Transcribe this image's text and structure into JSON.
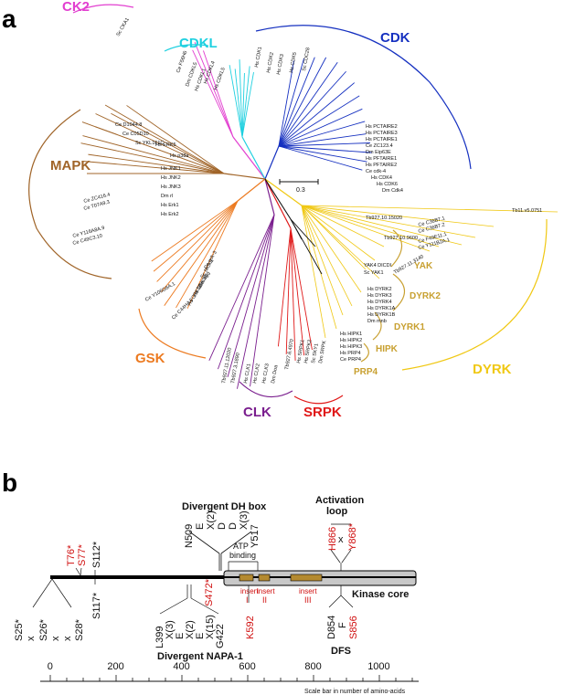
{
  "panel_a": {
    "letter": "a",
    "scale_label": "0.3",
    "families": [
      {
        "name": "CK2",
        "color": "#e23fd0"
      },
      {
        "name": "CDKL",
        "color": "#1fd0e0"
      },
      {
        "name": "CDK",
        "color": "#1530c0"
      },
      {
        "name": "MAPK",
        "color": "#a06428"
      },
      {
        "name": "GSK",
        "color": "#ec7a20"
      },
      {
        "name": "CLK",
        "color": "#7a1e8e"
      },
      {
        "name": "SRPK",
        "color": "#e01818"
      },
      {
        "name": "DYRK",
        "color": "#f0c814"
      }
    ],
    "subfamilies": [
      "YAK",
      "DYRK2",
      "DYRK1",
      "HIPK",
      "PRP4"
    ],
    "subfamily_color": "#c8a030",
    "highlight_leaves": [
      "Tb927.10.15020",
      "Tb11.v5.0751",
      "Tb927.10.9600"
    ],
    "leaves": {
      "ck2": [
        "Sc_CKA1"
      ],
      "cdkl": [
        "Ce_F56H6",
        "Dm_CDKL5",
        "Hs_CDKL1",
        "Hs_CDKL4",
        "Hs_CDKL5"
      ],
      "cdk": [
        "Hs_CDK1",
        "Hs_CDK2",
        "Hs_CDK3",
        "Hs_CDK5",
        "Sc_CDC28",
        "Hs_PCTAIRE2",
        "Hs_PCTAIRE3",
        "Hs_PCTAIRE1",
        "Ce_ZC123.4",
        "Dm_Eip63E",
        "Hs_PFTAIRE1",
        "Hs_PFTAIRE2",
        "Ce_cdk-4",
        "Hs_CDK4",
        "Hs_CDK6",
        "Dm_Cdk4"
      ],
      "mapk": [
        "Ce_D1044.8",
        "Ce_C05D10",
        "Sc_YKL161C",
        "Hs_ERK5",
        "Hs_p38a",
        "Hs_JNK1",
        "Hs_JNK2",
        "Hs_JNK3",
        "Dm_rl",
        "Hs_Erk1",
        "Hs_Erk2",
        "Ce_ZC416.4",
        "Ce_T07A9.3",
        "Ce_Y116A8A.9",
        "Ce_C49C3.10"
      ],
      "gsk": [
        "Ce_Y106G6A.1",
        "Ce_C44H4.6",
        "Hs_GSK3A",
        "Hs_GSK3B",
        "Dm_sgg",
        "Sc_MCK1",
        "Ce_gsk-3"
      ],
      "clk": [
        "Tb927.11.12020",
        "Tb927.3.1890",
        "Hs_CLK1",
        "Hs_CLK2",
        "Hs_CLK3",
        "Dm_Doa"
      ],
      "srpk": [
        "Hs_SRPK1",
        "Hs_SRPK2",
        "Sc_SKY1",
        "Dm_SRPK",
        "Tb927.6.4970"
      ],
      "dyrk": [
        "Ce_C36B7.1",
        "Ce_C36B7.2",
        "Ce_F49E11.1",
        "Ce_Y111B2A.1",
        "YAK4_DICDI",
        "Sc_YAK1",
        "Tb927.11.3140",
        "Hs_DYRK2",
        "Hs_DYRK3",
        "Hs_DYRK4",
        "Hs_DYRK1A",
        "Hs_DYRK1B",
        "Dm_mnb",
        "Hs_HIPK1",
        "Hs_HIPK2",
        "Hs_HIPK3",
        "Hs_PRP4",
        "Ce_PRP4"
      ]
    }
  },
  "panel_b": {
    "letter": "b",
    "divergent_dh_box": "Divergent DH box",
    "dh_residues": [
      "N509",
      "E",
      "X(2)",
      "D",
      "D",
      "X(3)",
      "Y517"
    ],
    "atp_binding": "ATP\nbinding",
    "activation_loop": "Activation\nloop",
    "activation_residues": [
      "H866",
      "x",
      "Y868*"
    ],
    "kinase_core": "Kinase core",
    "inserts": [
      "insert\nI",
      "insert\nII",
      "insert\nIII"
    ],
    "phospho_top": [
      "T76*",
      "S77*",
      "S112*"
    ],
    "phospho_top_red": [
      true,
      true,
      false
    ],
    "s117": "S117*",
    "s472": "S472*",
    "k592": "K592",
    "n_term_residues": [
      "S25*",
      "x",
      "S26*",
      "x",
      "x",
      "S28*"
    ],
    "napa_residues": [
      "L399",
      "X(3)",
      "E",
      "X(2)",
      "E",
      "X(15)",
      "G422"
    ],
    "divergent_napa": "Divergent NAPA-1",
    "dfs_residues": [
      "D854",
      "F",
      "S856"
    ],
    "dfs_label": "DFS",
    "scale_ticks": [
      "0",
      "200",
      "400",
      "600",
      "800",
      "1000"
    ],
    "scale_caption": "Scale bar in number of amino-acids"
  }
}
